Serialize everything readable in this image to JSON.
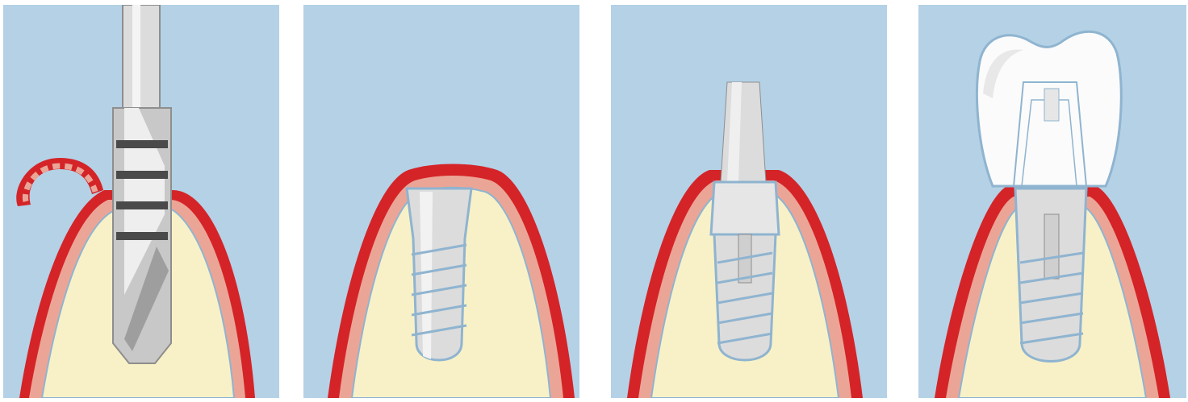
{
  "figure": {
    "panels": [
      {
        "stage": "drilling",
        "shows": [
          "drill",
          "gum",
          "bone"
        ]
      },
      {
        "stage": "implant-placed",
        "shows": [
          "implant-body",
          "gum",
          "bone"
        ]
      },
      {
        "stage": "abutment-attached",
        "shows": [
          "abutment",
          "implant-body",
          "gum",
          "bone"
        ]
      },
      {
        "stage": "crown-attached",
        "shows": [
          "crown",
          "abutment",
          "implant-body",
          "gum",
          "bone"
        ]
      }
    ],
    "colors": {
      "background": "#b4d1e6",
      "gum": "#d42428",
      "gum_inner": "#eba597",
      "bone": "#f8f1c7",
      "metal": "#dcdcdc",
      "metal_dark": "#8e8e8e",
      "outline": "#8fb4d0",
      "crown": "#fbfbfb"
    }
  }
}
